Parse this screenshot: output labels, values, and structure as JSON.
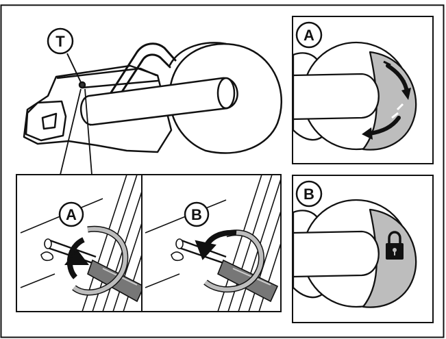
{
  "labels": {
    "tool_point": "T",
    "adjust_position": "A",
    "locked_position": "B"
  },
  "icons": {
    "rotate_arrows": "curved-arrows-icon",
    "lock": "padlock-icon"
  },
  "colors": {
    "line": "#111111",
    "guard_gray": "#bdbdbd",
    "dark_gray": "#666666",
    "background": "#ffffff"
  }
}
